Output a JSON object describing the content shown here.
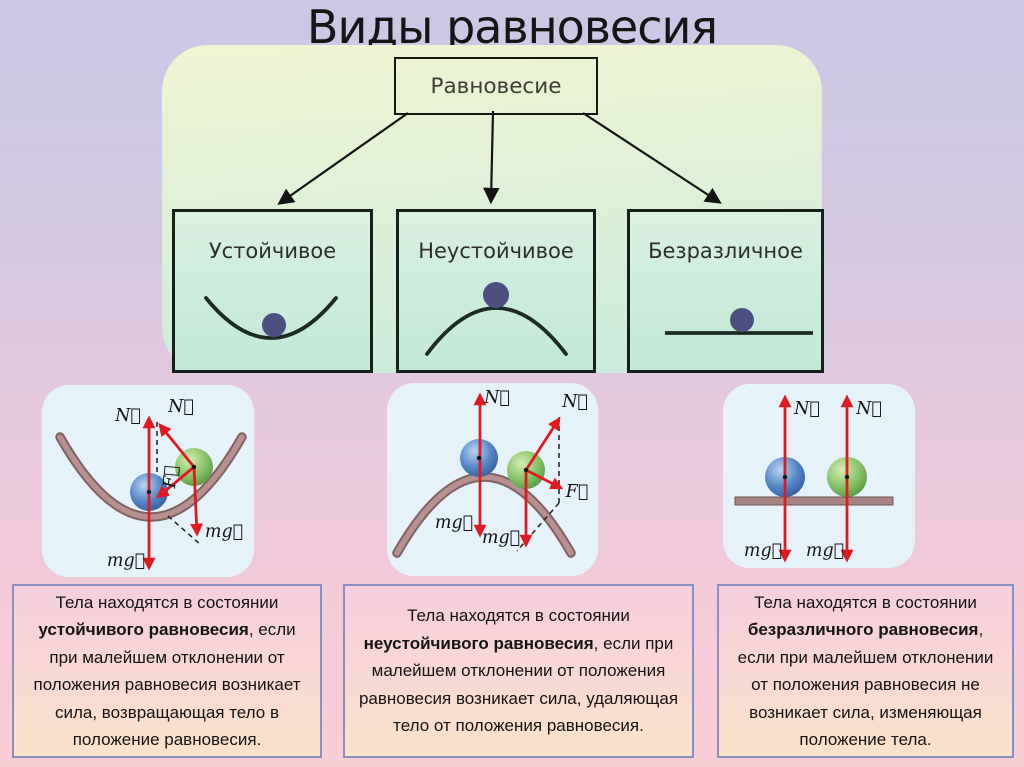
{
  "slide": {
    "title": "Виды равновесия"
  },
  "flowchart": {
    "root": "Равновесие",
    "branches": [
      {
        "label": "Устойчивое"
      },
      {
        "label": "Неустойчивое"
      },
      {
        "label": "Безразличное"
      }
    ]
  },
  "force_cards": [
    {
      "kind": "stable",
      "labels": {
        "n1": "N⃗",
        "n2": "N⃗",
        "f": "F⃗",
        "mg1": "mg⃗",
        "mg2": "mg⃗"
      }
    },
    {
      "kind": "unstable",
      "labels": {
        "n1": "N⃗",
        "n2": "N⃗",
        "f": "F⃗",
        "mg1": "mg⃗",
        "mg2": "mg⃗"
      }
    },
    {
      "kind": "neutral",
      "labels": {
        "n1": "N⃗",
        "n2": "N⃗",
        "mg1": "mg⃗",
        "mg2": "mg⃗"
      }
    }
  ],
  "descriptions": [
    {
      "prefix": "Тела находятся в состоянии ",
      "bold": "устойчивого равновесия",
      "suffix": ", если при малейшем отклонении от положения равновесия возникает сила, возвращающая тело в положение равновесия."
    },
    {
      "prefix": "Тела находятся в состоянии ",
      "bold": "неустойчивого равновесия",
      "suffix": ", если при малейшем отклонении от положения равновесия возникает сила, удаляющая тело от положения равновесия."
    },
    {
      "prefix": "Тела находятся в состоянии ",
      "bold": "безразличного равновесия",
      "suffix": ", если при малейшем отклонении от положения равновесия не возникает сила, изменяющая положение тела."
    }
  ],
  "colors": {
    "page_top": "#cac8e6",
    "page_bottom": "#f8ced4",
    "panel_top": "#eff5d0",
    "panel_bottom": "#c7ebdc",
    "branch_fill": "#cdeddc",
    "arrow_red": "#e11a22",
    "ball_blue": "#4a79c0",
    "ball_green": "#7cb964",
    "surface_brown": "#a88383",
    "dark_ball": "#4c5081",
    "desc_border": "#8a8fc2",
    "desc_top": "#f6cedd",
    "desc_bottom": "#fce3c9"
  }
}
